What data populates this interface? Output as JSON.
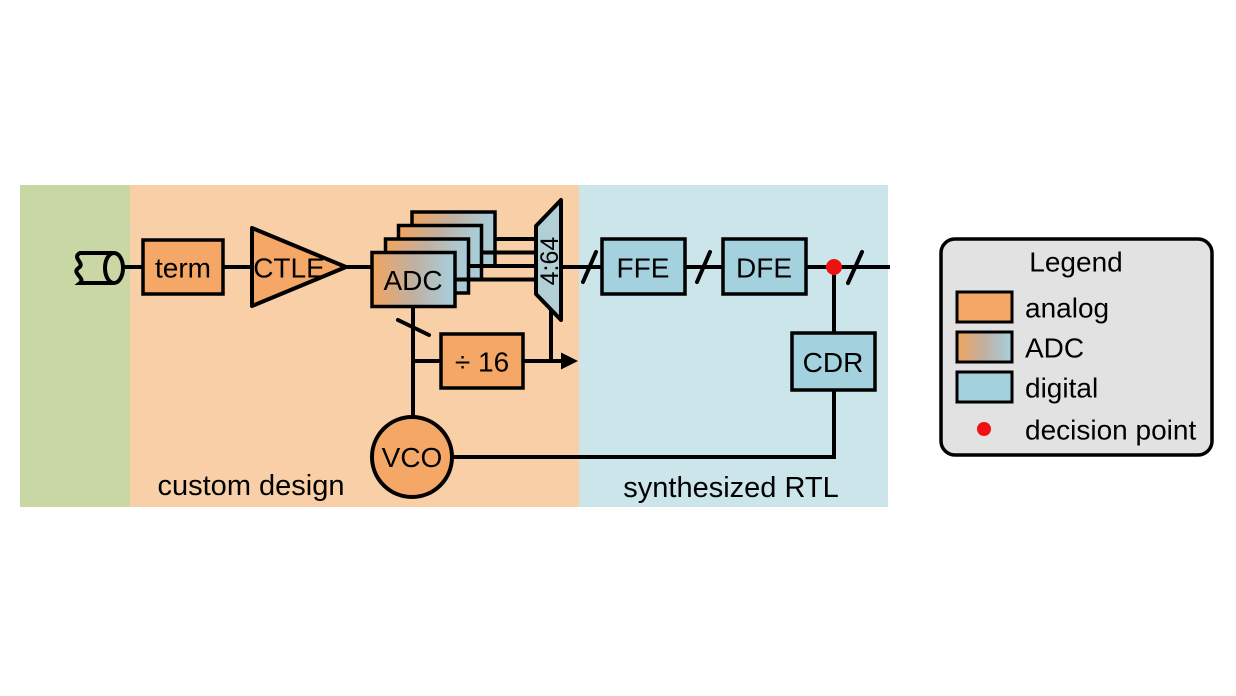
{
  "diagram": {
    "blocks": {
      "term": "term",
      "ctle": "CTLE",
      "adc": "ADC",
      "deserializer": "4:64",
      "ffe": "FFE",
      "dfe": "DFE",
      "cdr": "CDR",
      "divider": "÷ 16",
      "vco": "VCO"
    },
    "regions": {
      "custom_design_label": "custom design",
      "synthesized_rtl_label": "synthesized RTL"
    },
    "colors": {
      "region_green": "#c9d7a4",
      "region_orange": "#f8cfa6",
      "region_blue": "#cce5ea",
      "analog_fill": "#f4a766",
      "digital_fill": "#a3d2de",
      "mux_fill": "#b3cfd6",
      "adc_gradient_left": "#f2a45f",
      "adc_gradient_mid": "#c0b0a2",
      "adc_gradient_right": "#a6d0de",
      "decision_point_red": "#ee1111",
      "legend_bg": "#e2e2e2",
      "line_black": "#000000"
    }
  },
  "legend": {
    "title": "Legend",
    "items": [
      {
        "label": "analog"
      },
      {
        "label": "ADC"
      },
      {
        "label": "digital"
      },
      {
        "label": "decision point"
      }
    ]
  }
}
